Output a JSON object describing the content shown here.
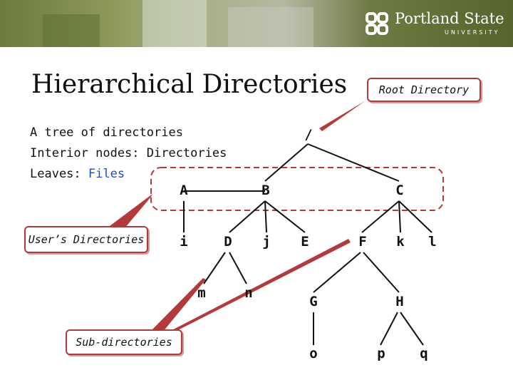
{
  "header": {
    "university_name": "Portland State",
    "university_sub": "UNIVERSITY"
  },
  "slide": {
    "title": "Hierarchical Directories",
    "bullets": {
      "line1": "A tree of directories",
      "line2": "Interior nodes: Directories",
      "line3_prefix": "Leaves: ",
      "line3_files": "Files"
    }
  },
  "callouts": {
    "root": "Root Directory",
    "user": "User’s Directories",
    "sub": "Sub-directories"
  },
  "tree": {
    "root": "/",
    "level1": {
      "a": "A",
      "b": "B",
      "c": "C"
    },
    "level2": {
      "i": "i",
      "d": "D",
      "j": "j",
      "e": "E",
      "f": "F",
      "k": "k",
      "l": "l"
    },
    "level3": {
      "m": "m",
      "n": "n",
      "g": "G",
      "h": "H"
    },
    "level4": {
      "o": "o",
      "p": "p",
      "q": "q"
    }
  },
  "colors": {
    "callout_border": "#b33a3a",
    "files_link": "#1f4fb5",
    "dashed_outline": "#b33a3a"
  }
}
